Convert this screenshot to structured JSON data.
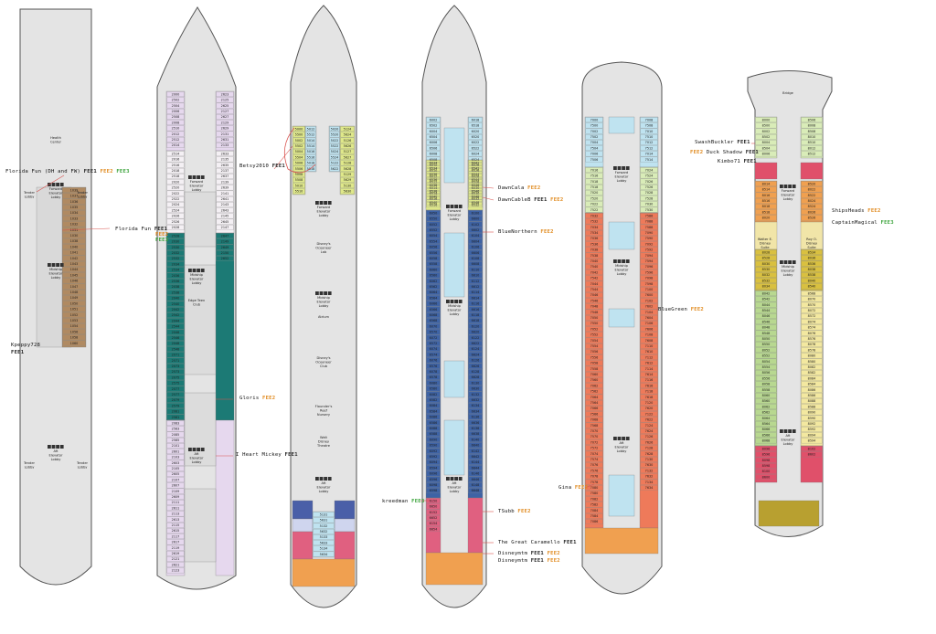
{
  "colors": {
    "hull": "#e4e4e4",
    "outline": "#555555",
    "fee1": "#222222",
    "fee2": "#e08a1e",
    "fee3": "#3aa33a",
    "annotation_line": "#d9534f"
  },
  "decks": [
    {
      "id": "deck1",
      "labels": [
        {
          "text": "Health Center"
        },
        {
          "text": "Forward Elevator Lobby"
        },
        {
          "text": "Tender Lobby"
        },
        {
          "text": "Tender Lobby"
        },
        {
          "text": "Midship Elevator Lobby"
        },
        {
          "text": "Aft Elevator Lobby"
        },
        {
          "text": "Tender Lobby"
        },
        {
          "text": "Tender Lobby"
        }
      ],
      "cabins": [
        "1039",
        "1037",
        "1036",
        "1035",
        "1034",
        "1033",
        "1032",
        "1031",
        "1030",
        "1038",
        "1040",
        "1041",
        "1042",
        "1043",
        "1044",
        "1045",
        "1046",
        "1047",
        "1048",
        "1049",
        "1050",
        "1051",
        "1052",
        "1053",
        "1054",
        "1056",
        "1058",
        "1060",
        "1062",
        "1064",
        "1066",
        "1068",
        "1070",
        "1072",
        "1074",
        "1076",
        "1078",
        "1065",
        "1067",
        "1069",
        "1071",
        "1073",
        "1075",
        "1077",
        "1079"
      ]
    },
    {
      "id": "deck2",
      "labels": [
        {
          "text": "Forward Elevator Lobby"
        },
        {
          "text": "Midship Elevator Lobby"
        },
        {
          "text": "Edge Teen Club"
        },
        {
          "text": "Aft Elevator Lobby"
        }
      ],
      "cabins": [
        "2000",
        "2502",
        "2504",
        "2006",
        "2508",
        "2008",
        "2510",
        "2012",
        "2512",
        "2014",
        "2514",
        "2016",
        "2516",
        "2018",
        "2518",
        "2020",
        "2520",
        "2022",
        "2522",
        "2024",
        "2524",
        "2026",
        "2526",
        "2028",
        "2528",
        "2030",
        "2530",
        "2032",
        "2532",
        "2034",
        "2534",
        "2036",
        "2536",
        "2038",
        "2538",
        "2040",
        "2540",
        "2042",
        "2542",
        "2044",
        "2544",
        "2046",
        "2546",
        "2048",
        "2548",
        "2071",
        "2571",
        "2073",
        "2573",
        "2075",
        "2575",
        "2077",
        "2577",
        "2079",
        "2579",
        "2081",
        "2581",
        "2083",
        "2583",
        "2085",
        "2585",
        "2101",
        "2601",
        "2103",
        "2603",
        "2105",
        "2605",
        "2107",
        "2607",
        "2109",
        "2609",
        "2111",
        "2611",
        "2113",
        "2613",
        "2115",
        "2615",
        "2117",
        "2617",
        "2119",
        "2619",
        "2121",
        "2621",
        "2123",
        "2623",
        "2125",
        "2625",
        "2127",
        "2627",
        "2129",
        "2629",
        "2131",
        "2631",
        "2133",
        "2633",
        "2135",
        "2635",
        "2137",
        "2637",
        "2139",
        "2639",
        "2141",
        "2641",
        "2143",
        "2643",
        "2145",
        "2645",
        "2147",
        "2647",
        "2149",
        "2649",
        "2150",
        "2652"
      ]
    },
    {
      "id": "deck3",
      "labels": [
        {
          "text": "Forward Elevator Lobby"
        },
        {
          "text": "Disney's Oceaneer Lab"
        },
        {
          "text": "Midship Elevator Lobby"
        },
        {
          "text": "Atrium"
        },
        {
          "text": "Disney's Oceaneer Club"
        },
        {
          "text": "Flounder's Reef Nursery"
        },
        {
          "text": "Walt Disney Theatre"
        },
        {
          "text": "Aft Elevator Lobby"
        }
      ],
      "cabins": [
        "5000",
        "5500",
        "5002",
        "5502",
        "5004",
        "5504",
        "5006",
        "5506",
        "5008",
        "5508",
        "5010",
        "5510",
        "5012",
        "5512",
        "5014",
        "5514",
        "5016",
        "5516",
        "5018",
        "5518",
        "5020",
        "5520",
        "5022",
        "5522",
        "5024",
        "5524",
        "5122",
        "5622",
        "5124",
        "5624",
        "5126",
        "5626",
        "5127",
        "5627",
        "5128",
        "5628",
        "5129",
        "5629",
        "5130",
        "5630",
        "5131",
        "5631",
        "5132",
        "5632",
        "5133",
        "5633",
        "5134",
        "5634",
        "5135",
        "5635",
        "5136",
        "5636",
        "5138",
        "5638",
        "5140",
        "5640",
        "5142",
        "5642",
        "5144",
        "5644",
        "5146",
        "5646",
        "5148",
        "5648",
        "5150",
        "5650"
      ]
    },
    {
      "id": "deck4",
      "labels": [
        {
          "text": "Forward Elevator Lobby"
        },
        {
          "text": "Midship Elevator Lobby"
        },
        {
          "text": "Aft Elevator Lobby"
        }
      ],
      "cabins": [
        "6002",
        "6502",
        "6004",
        "6504",
        "6006",
        "6506",
        "6008",
        "6508",
        "6010",
        "6510",
        "6012",
        "6512",
        "6014",
        "6514",
        "6016",
        "6516",
        "6018",
        "6518",
        "6020",
        "6520",
        "6022",
        "6522",
        "6024",
        "6524",
        "6026",
        "6526",
        "6028",
        "6528",
        "6030",
        "6530",
        "6032",
        "6532",
        "6034",
        "6534",
        "6036",
        "6536",
        "6038",
        "6538",
        "6040",
        "6540",
        "6042",
        "6542",
        "6044",
        "6544",
        "6046",
        "6546",
        "6048",
        "6548",
        "6050",
        "6550",
        "6052",
        "6552",
        "6054",
        "6554",
        "6056",
        "6556",
        "6058",
        "6558",
        "6060",
        "6560",
        "6062",
        "6562",
        "6064",
        "6564",
        "6066",
        "6566",
        "6068",
        "6568",
        "6070",
        "6570",
        "6072",
        "6572",
        "6074",
        "6574",
        "6076",
        "6576",
        "6078",
        "6578",
        "6080",
        "6580",
        "6082",
        "6582",
        "6084",
        "6584",
        "6086",
        "6586",
        "6088",
        "6588",
        "6090",
        "6590",
        "6092",
        "6592",
        "6094",
        "6594",
        "6096",
        "6596",
        "6098",
        "6598",
        "6100",
        "6600",
        "6102",
        "6602",
        "6104",
        "6604",
        "6106",
        "6606",
        "6108",
        "6608",
        "6110",
        "6610",
        "6112",
        "6612",
        "6114",
        "6614",
        "6116",
        "6616",
        "6118",
        "6618",
        "6120",
        "6620",
        "6122",
        "6622",
        "6124",
        "6624",
        "6126",
        "6626",
        "6128",
        "6628",
        "6130",
        "6630",
        "6132",
        "6632",
        "6134",
        "6634",
        "6136",
        "6636",
        "6138",
        "6638",
        "6140",
        "6640",
        "6142",
        "6642",
        "6144",
        "6644",
        "6146",
        "6646",
        "6148",
        "6648",
        "6150",
        "6650",
        "6152",
        "6652",
        "6154",
        "6654"
      ]
    },
    {
      "id": "deck5",
      "labels": [
        {
          "text": "Forward Elevator Lobby"
        },
        {
          "text": "Midship Elevator Lobby"
        },
        {
          "text": "Aft Elevator Lobby"
        }
      ],
      "cabins": [
        "7000",
        "7500",
        "7002",
        "7502",
        "7004",
        "7504",
        "7006",
        "7506",
        "7008",
        "7508",
        "7010",
        "7510",
        "7012",
        "7512",
        "7014",
        "7514",
        "7016",
        "7516",
        "7018",
        "7518",
        "7020",
        "7520",
        "7022",
        "7522",
        "7024",
        "7524",
        "7026",
        "7526",
        "7028",
        "7528",
        "7030",
        "7530",
        "7032",
        "7532",
        "7034",
        "7534",
        "7036",
        "7536",
        "7038",
        "7538",
        "7040",
        "7540",
        "7042",
        "7542",
        "7044",
        "7544",
        "7046",
        "7546",
        "7048",
        "7548",
        "7050",
        "7550",
        "7052",
        "7552",
        "7054",
        "7554",
        "7056",
        "7556",
        "7058",
        "7558",
        "7060",
        "7560",
        "7062",
        "7562",
        "7064",
        "7564",
        "7066",
        "7566",
        "7068",
        "7568",
        "7070",
        "7570",
        "7072",
        "7572",
        "7074",
        "7574",
        "7076",
        "7576",
        "7078",
        "7578",
        "7080",
        "7580",
        "7082",
        "7582",
        "7084",
        "7584",
        "7086",
        "7586",
        "7088",
        "7588",
        "7090",
        "7590",
        "7092",
        "7592",
        "7094",
        "7594",
        "7096",
        "7596",
        "7098",
        "7598",
        "7100",
        "7600",
        "7102",
        "7602",
        "7104",
        "7604",
        "7106",
        "7606",
        "7108",
        "7608",
        "7110",
        "7610",
        "7112",
        "7612",
        "7114",
        "7614",
        "7116",
        "7616",
        "7118",
        "7618",
        "7120",
        "7620",
        "7122",
        "7622",
        "7124",
        "7624",
        "7126",
        "7626",
        "7128",
        "7628",
        "7130",
        "7630",
        "7132",
        "7632",
        "7134",
        "7634"
      ]
    },
    {
      "id": "deck6",
      "labels": [
        {
          "text": "Bridge"
        },
        {
          "text": "Forward Elevator Lobby"
        },
        {
          "text": "Walter E. Disney Suite"
        },
        {
          "text": "Roy O. Disney Suite"
        },
        {
          "text": "Midship Elevator Lobby"
        },
        {
          "text": "Aft Elevator Lobby"
        }
      ],
      "cabins": [
        "8000",
        "8500",
        "8002",
        "8502",
        "8004",
        "8504",
        "8006",
        "8506",
        "8008",
        "8508",
        "8010",
        "8510",
        "8012",
        "8512",
        "8014",
        "8514",
        "8016",
        "8516",
        "8018",
        "8518",
        "8020",
        "8520",
        "8022",
        "8522",
        "8024",
        "8524",
        "8026",
        "8526",
        "8028",
        "8528",
        "8030",
        "8530",
        "8032",
        "8532",
        "8034",
        "8534",
        "8036",
        "8536",
        "8038",
        "8538",
        "8040",
        "8540",
        "8042",
        "8542",
        "8044",
        "8544",
        "8046",
        "8546",
        "8048",
        "8548",
        "8050",
        "8550",
        "8052",
        "8552",
        "8054",
        "8554",
        "8056",
        "8556",
        "8058",
        "8558",
        "8060",
        "8560",
        "8062",
        "8562",
        "8064",
        "8564",
        "8066",
        "8566",
        "8068",
        "8568",
        "8070",
        "8570",
        "8072",
        "8572",
        "8074",
        "8574",
        "8076",
        "8576",
        "8078",
        "8578",
        "8080",
        "8580",
        "8082",
        "8582",
        "8084",
        "8584",
        "8086",
        "8586",
        "8088",
        "8588",
        "8090",
        "8590",
        "8092",
        "8592",
        "8094",
        "8594",
        "8096",
        "8596",
        "8098",
        "8598",
        "8100",
        "8600",
        "8102",
        "8602"
      ]
    }
  ],
  "annotations": [
    {
      "name": "Florida Fun (DH and FW)",
      "fees": [
        "FEE1",
        "FEE2",
        "FEE3"
      ]
    },
    {
      "name": "Florida Fun",
      "fees": [
        "FEE1",
        "FEE2",
        "FEE3"
      ]
    },
    {
      "name": "Kpeppy728",
      "fees": [
        "FEE1"
      ]
    },
    {
      "name": "Betsy2010",
      "fees": [
        "FEE1"
      ]
    },
    {
      "name": "Gloris",
      "fees": [
        "FEE2"
      ]
    },
    {
      "name": "I Heart Mickey",
      "fees": [
        "FEE1"
      ]
    },
    {
      "name": "DawnCala",
      "fees": [
        "FEE2"
      ]
    },
    {
      "name": "DawnCableB",
      "fees": [
        "FEE1",
        "FEE2"
      ]
    },
    {
      "name": "BlueNorthern",
      "fees": [
        "FEE2"
      ]
    },
    {
      "name": "kreedman",
      "fees": [
        "FEE3"
      ]
    },
    {
      "name": "TSubb",
      "fees": [
        "FEE2"
      ]
    },
    {
      "name": "The Great Caramello",
      "fees": [
        "FEE1"
      ]
    },
    {
      "name": "Disneymtm",
      "fees": [
        "FEE1",
        "FEE2"
      ]
    },
    {
      "name": "Disneymtm",
      "fees": [
        "FEE1",
        "FEE2"
      ]
    },
    {
      "name": "BlueGreen",
      "fees": [
        "FEE2"
      ]
    },
    {
      "name": "Gina",
      "fees": [
        "FEE2"
      ]
    },
    {
      "name": "SwashBuckler",
      "fees": [
        "FEE1"
      ]
    },
    {
      "name": "Duck Shadow",
      "fees": [
        "FEE2",
        "FEE1"
      ]
    },
    {
      "name": "Kimbo71",
      "fees": [
        "FEE1"
      ]
    },
    {
      "name": "ShipsHeads",
      "fees": [
        "FEE2"
      ]
    },
    {
      "name": "CaptainMagical",
      "fees": [
        "FEE3"
      ]
    }
  ]
}
